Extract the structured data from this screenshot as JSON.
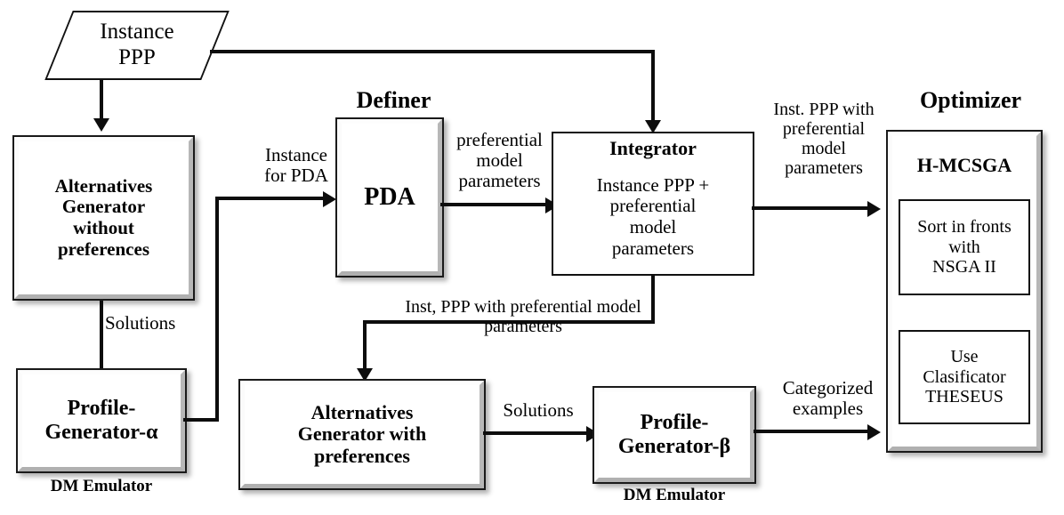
{
  "diagram": {
    "title": "Preference-based multi-objective optimization framework",
    "nodes": {
      "instance_ppp": {
        "label": "Instance\nPPP",
        "shape": "parallelogram"
      },
      "alternatives_generator_without": {
        "label": "Alternatives\nGenerator\nwithout\npreferences",
        "shape": "box3d"
      },
      "profile_generator_alpha": {
        "label": "Profile-\nGenerator-α",
        "shape": "box3d"
      },
      "pda": {
        "label": "PDA",
        "shape": "box3d"
      },
      "integrator_title": {
        "label": "Integrator"
      },
      "integrator_body": {
        "label": "Instance PPP +\npreferential\nmodel\nparameters",
        "shape": "boxflat"
      },
      "h_mcsga": {
        "label": "H-MCSGA"
      },
      "sort_in_fronts": {
        "label": "Sort in fronts\nwith\nNSGA II",
        "shape": "subbox"
      },
      "use_clasificator": {
        "label": "Use\nClasificator\nTHESEUS",
        "shape": "subbox"
      },
      "alternatives_generator_with": {
        "label": "Alternatives\nGenerator with\npreferences",
        "shape": "box3d"
      },
      "profile_generator_beta": {
        "label": "Profile-\nGenerator-β",
        "shape": "box3d"
      }
    },
    "group_titles": {
      "definer": "Definer",
      "optimizer": "Optimizer"
    },
    "captions": {
      "dm_emulator_left": "DM Emulator",
      "dm_emulator_right": "DM Emulator"
    },
    "edge_labels": {
      "instance_for_pda": "Instance\nfor PDA",
      "solutions_left": "Solutions",
      "preferential_model_parameters": "preferential\nmodel\nparameters",
      "inst_ppp_with_pref_right": "Inst. PPP with\npreferential\nmodel\nparameters",
      "inst_ppp_with_pref_mid": "Inst, PPP with preferential  model\nparameters",
      "solutions_bottom": "Solutions",
      "categorized_examples": "Categorized\nexamples"
    },
    "colors": {
      "stroke": "#0d0d0d",
      "fill": "#ffffff",
      "shadow": "rgba(0,0,0,0.30)",
      "bevel_light": "#fdfdfd",
      "bevel_dark": "#b7b7b7"
    }
  }
}
